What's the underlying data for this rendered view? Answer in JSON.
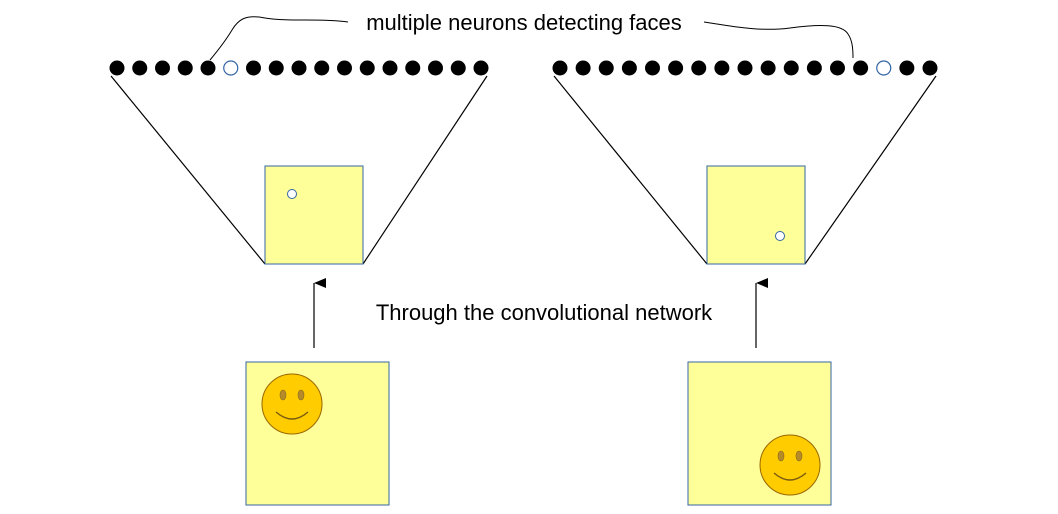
{
  "labels": {
    "top": "multiple neurons detecting faces",
    "middle": "Through the convolutional network"
  },
  "colors": {
    "neuron_fill": "#000000",
    "active_neuron_stroke": "#3465a4",
    "feature_map_fill": "#ffff99",
    "box_stroke": "#3465a4",
    "face_fill": "#ffcc00",
    "face_stroke": "#996600",
    "line": "#000000"
  },
  "panels": [
    {
      "neurons": 17,
      "active_neuron": 5,
      "face_position": "top-left"
    },
    {
      "neurons": 17,
      "active_neuron": 14,
      "face_position": "bottom-right"
    }
  ],
  "icons": [
    "neuron-dot",
    "active-neuron-circle",
    "smiley-face-icon",
    "up-arrow-icon"
  ]
}
